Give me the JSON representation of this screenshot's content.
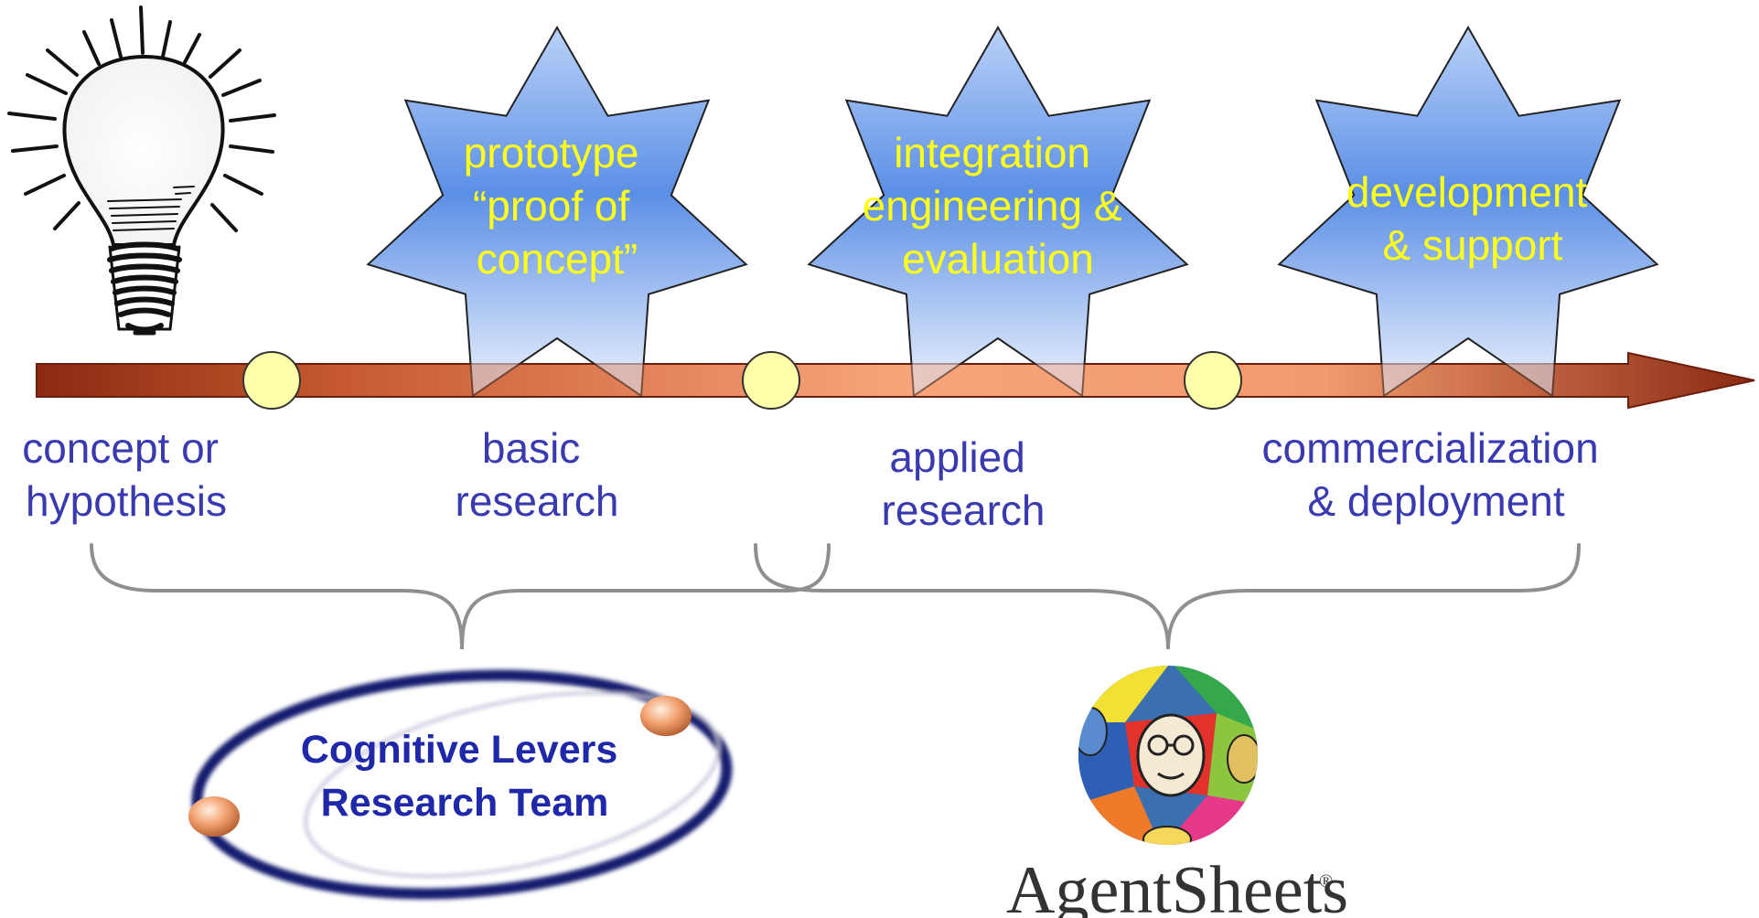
{
  "milestones": [
    {
      "id": "prototype",
      "lines": [
        "prototype",
        "“proof of",
        "concept”"
      ]
    },
    {
      "id": "integration",
      "lines": [
        "integration",
        "engineering &",
        "evaluation"
      ]
    },
    {
      "id": "development",
      "lines": [
        "development",
        "& support"
      ]
    }
  ],
  "stages": [
    {
      "id": "concept",
      "lines": [
        "concept or",
        "hypothesis"
      ]
    },
    {
      "id": "basic",
      "lines": [
        "basic",
        "research"
      ]
    },
    {
      "id": "applied",
      "lines": [
        "applied",
        "research"
      ]
    },
    {
      "id": "commercialization",
      "lines": [
        "commercialization",
        "& deployment"
      ]
    }
  ],
  "team": {
    "lines": [
      "Cognitive Levers",
      "Research Team"
    ]
  },
  "agentsheets": {
    "name": "AgentSheets",
    "mark": "®"
  },
  "colors": {
    "arrow_dark": "#8a2a12",
    "arrow_light": "#f7a77c",
    "milestone_dot": "#ffffaa",
    "star_top": "#9ec0f5",
    "star_mid": "#5a8fe8",
    "star_bottom": "#e6eefd",
    "star_text": "#ffff1a",
    "stage_text": "#3a3ab0",
    "team_text": "#1e28a8",
    "brace": "#8a8a8a"
  },
  "icons": [
    "lightbulb-icon",
    "agentsheets-logo-icon",
    "cognitive-levers-logo-icon"
  ]
}
